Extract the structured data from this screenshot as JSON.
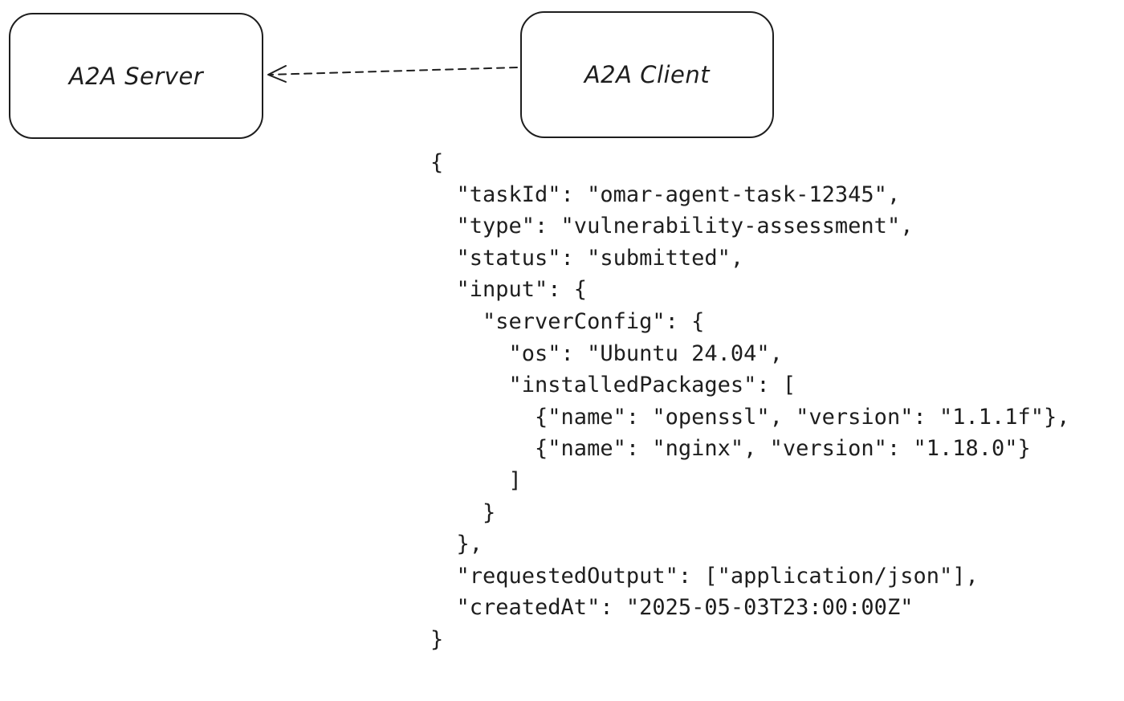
{
  "nodes": {
    "server": {
      "label": "A2A Server"
    },
    "client": {
      "label": "A2A Client"
    }
  },
  "edge": {
    "from": "client",
    "to": "server",
    "style": "dashed"
  },
  "payload_lines": [
    {
      "text": "{"
    },
    {
      "text": "  \"taskId\": \"omar-agent-task-12345\","
    },
    {
      "text": "  \"type\": \"vulnerability-assessment\","
    },
    {
      "text": "  \"status\": \"submitted\","
    },
    {
      "text": "  \"input\": {"
    },
    {
      "text": "    \"serverConfig\": {"
    },
    {
      "text": "      \"os\": \"Ubuntu 24.04\","
    },
    {
      "text": "      \"installedPackages\": ["
    },
    {
      "text": "        {\"name\": \"openssl\", \"version\": \"1.1.1f\"},"
    },
    {
      "text": "        {\"name\": \"nginx\", \"version\": \"1.18.0\"}"
    },
    {
      "text": "      ]"
    },
    {
      "text": "    }"
    },
    {
      "text": "  },"
    },
    {
      "text": "  \"requestedOutput\": [\"application/json\"],"
    },
    {
      "text": "  \"createdAt\": \"2025-05-03T23:00:00Z\""
    },
    {
      "text": "}"
    }
  ]
}
